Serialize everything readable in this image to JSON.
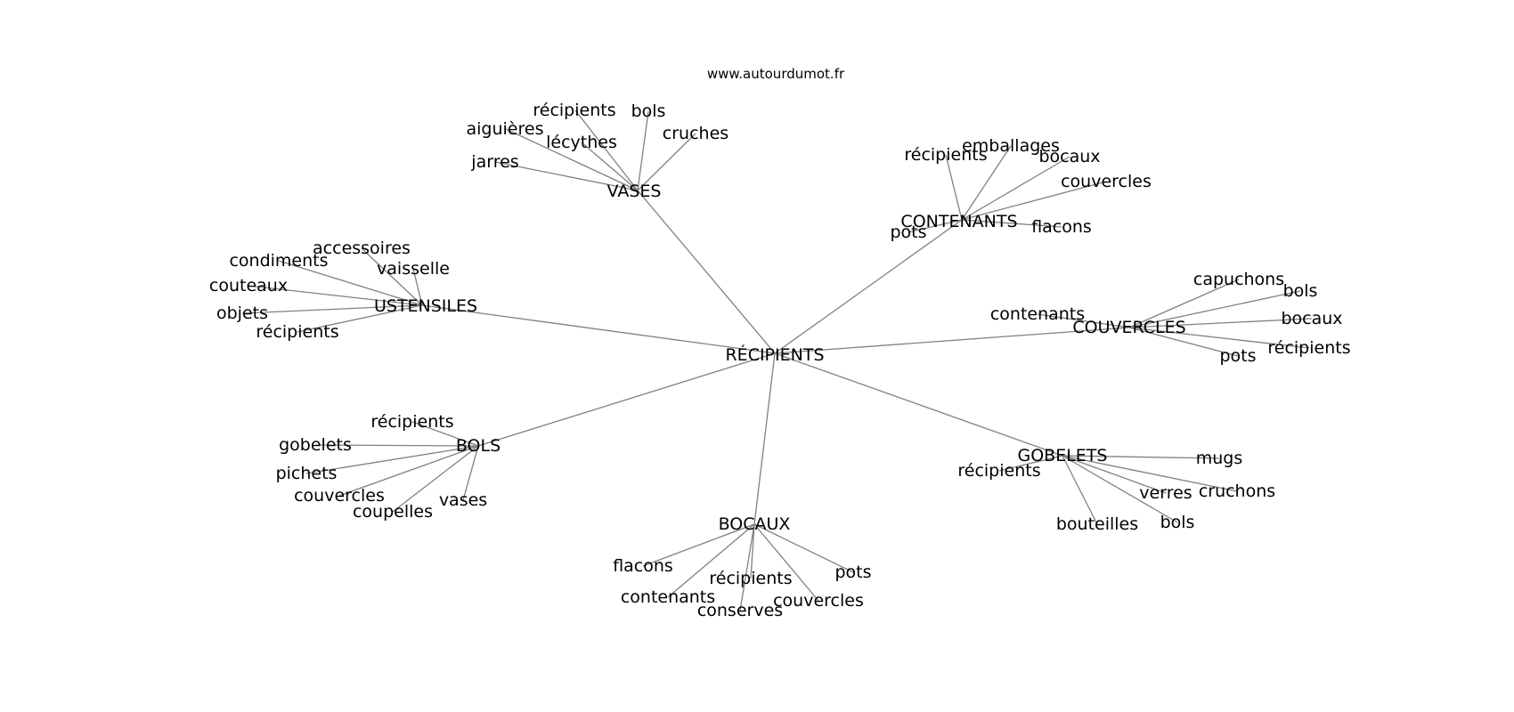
{
  "source": "www.autourdumot.fr",
  "colors": {
    "edge": "#808080",
    "text": "#000000",
    "background": "#ffffff"
  },
  "root": "RÉCIPIENTS",
  "clusters": [
    {
      "label": "VASES",
      "children": [
        "récipients",
        "bols",
        "aiguières",
        "lécythes",
        "cruches",
        "jarres"
      ]
    },
    {
      "label": "CONTENANTS",
      "children": [
        "emballages",
        "récipients",
        "bocaux",
        "couvercles",
        "pots",
        "flacons"
      ]
    },
    {
      "label": "USTENSILES",
      "children": [
        "accessoires",
        "condiments",
        "vaisselle",
        "couteaux",
        "objets",
        "récipients"
      ]
    },
    {
      "label": "COUVERCLES",
      "children": [
        "capuchons",
        "bols",
        "contenants",
        "bocaux",
        "récipients",
        "pots"
      ]
    },
    {
      "label": "BOLS",
      "children": [
        "récipients",
        "gobelets",
        "pichets",
        "couvercles",
        "coupelles",
        "vases"
      ]
    },
    {
      "label": "GOBELETS",
      "children": [
        "mugs",
        "récipients",
        "verres",
        "cruchons",
        "bouteilles",
        "bols"
      ]
    },
    {
      "label": "BOCAUX",
      "children": [
        "flacons",
        "pots",
        "récipients",
        "contenants",
        "couvercles",
        "conserves"
      ]
    }
  ]
}
